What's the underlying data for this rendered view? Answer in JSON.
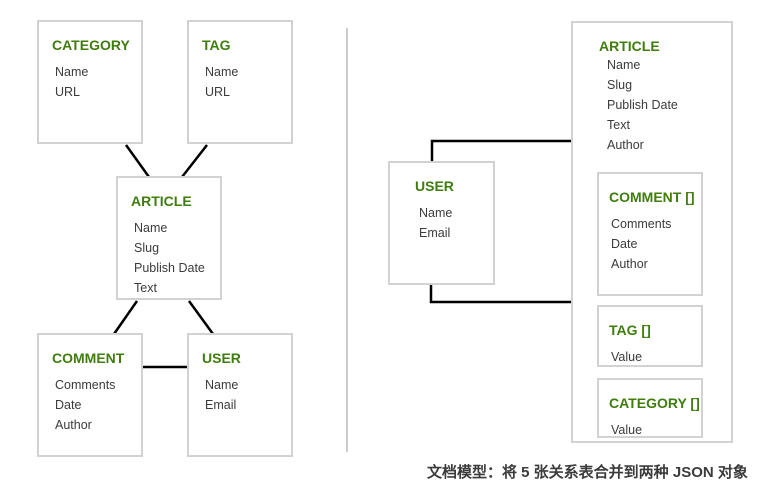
{
  "colors": {
    "background": "#ffffff",
    "entity_green": "#3f7d0e",
    "field_text": "#3b3b3b",
    "box_border": "#d2d2d2",
    "connector": "#000000",
    "divider": "#cccccc",
    "caption_text": "#3b3b3b"
  },
  "left_panel": {
    "tables": [
      {
        "title": "CATEGORY",
        "fields": [
          "Name",
          "URL"
        ]
      },
      {
        "title": "TAG",
        "fields": [
          "Name",
          "URL"
        ]
      },
      {
        "title": "ARTICLE",
        "fields": [
          "Name",
          "Slug",
          "Publish Date",
          "Text"
        ]
      },
      {
        "title": "COMMENT",
        "fields": [
          "Comments",
          "Date",
          "Author"
        ]
      },
      {
        "title": "USER",
        "fields": [
          "Name",
          "Email"
        ]
      }
    ]
  },
  "right_panel": {
    "user_document": {
      "title": "USER",
      "fields": [
        "Name",
        "Email"
      ]
    },
    "article_document": {
      "title": "ARTICLE",
      "fields": [
        "Name",
        "Slug",
        "Publish Date",
        "Text",
        "Author"
      ]
    },
    "embedded_documents": [
      {
        "title": "COMMENT []",
        "fields": [
          "Comments",
          "Date",
          "Author"
        ]
      },
      {
        "title": "TAG []",
        "fields": [
          "Value"
        ]
      },
      {
        "title": "CATEGORY []",
        "fields": [
          "Value"
        ]
      }
    ]
  },
  "caption": "文档模型：将 5 张关系表合并到两种 JSON 对象"
}
